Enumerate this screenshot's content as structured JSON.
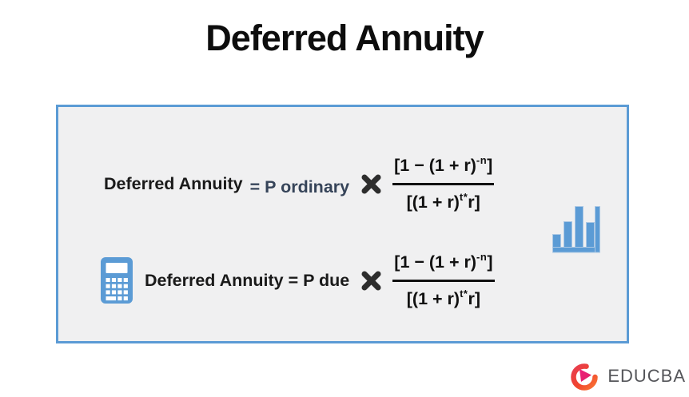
{
  "title": "Deferred Annuity",
  "panel": {
    "border_color": "#5b9bd5",
    "background_color": "#f0f0f1"
  },
  "formulas": [
    {
      "name": "ordinary-annuity-formula",
      "lhs": "Deferred Annuity",
      "rhs_label": "= P ordinary",
      "multiply_sign": "✖",
      "fraction": {
        "numerator_main": "[1 − (1 + r)",
        "numerator_sup": "-n",
        "numerator_close": "]",
        "denominator_main": "[(1 + r)",
        "denominator_sup": "t*",
        "denominator_close": "r]"
      }
    },
    {
      "name": "annuity-due-formula",
      "lhs": "Deferred Annuity = P due",
      "multiply_sign": "✖",
      "fraction": {
        "numerator_main": "[1 − (1 + r)",
        "numerator_sup": "-n",
        "numerator_close": "]",
        "denominator_main": "[(1 + r)",
        "denominator_sup": "t*",
        "denominator_close": "r]"
      }
    }
  ],
  "icons": {
    "calculator": "calculator-icon",
    "bar_chart": "bar-chart-icon",
    "multiply": "heavy-x-multiply-icon",
    "accent_color": "#5b9bd5",
    "multiply_color": "#2d2d2d"
  },
  "logo": {
    "text": "EDUCBA",
    "text_color": "#55565a",
    "icon_gradient_start": "#e73c50",
    "icon_gradient_end": "#f97534",
    "arrow_color": "#ed1e79"
  }
}
